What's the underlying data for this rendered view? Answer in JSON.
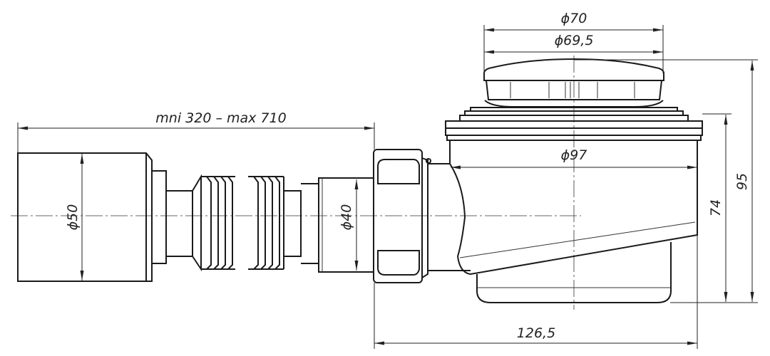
{
  "dimensions": {
    "length_range": "mni 320 – max 710",
    "outlet_diameter": "ϕ50",
    "inlet_diameter": "ϕ40",
    "cap_diameter_outer": "ϕ70",
    "cap_diameter_inner": "ϕ69,5",
    "body_diameter": "ϕ97",
    "body_height": "74",
    "total_height": "95",
    "body_width": "126,5"
  }
}
